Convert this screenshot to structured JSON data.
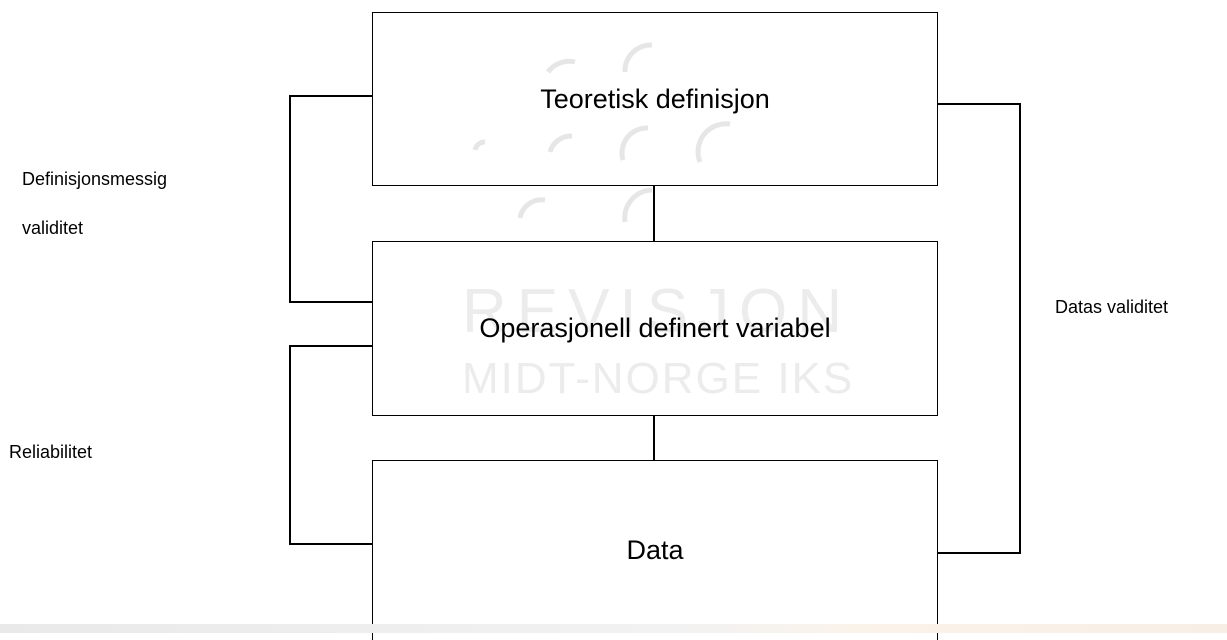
{
  "boxes": {
    "theory": "Teoretisk definisjon",
    "operational": "Operasjonell definert variabel",
    "data": "Data"
  },
  "labels": {
    "definitional_validity_line1": "Definisjonsmessig",
    "definitional_validity_line2": "validitet",
    "reliability": "Reliabilitet",
    "data_validity": "Datas validitet"
  },
  "watermark": {
    "line1": "REVISJON",
    "line2": "MIDT-NORGE IKS"
  },
  "colors": {
    "line": "#000000",
    "watermark": "#ececec",
    "background": "#ffffff"
  }
}
